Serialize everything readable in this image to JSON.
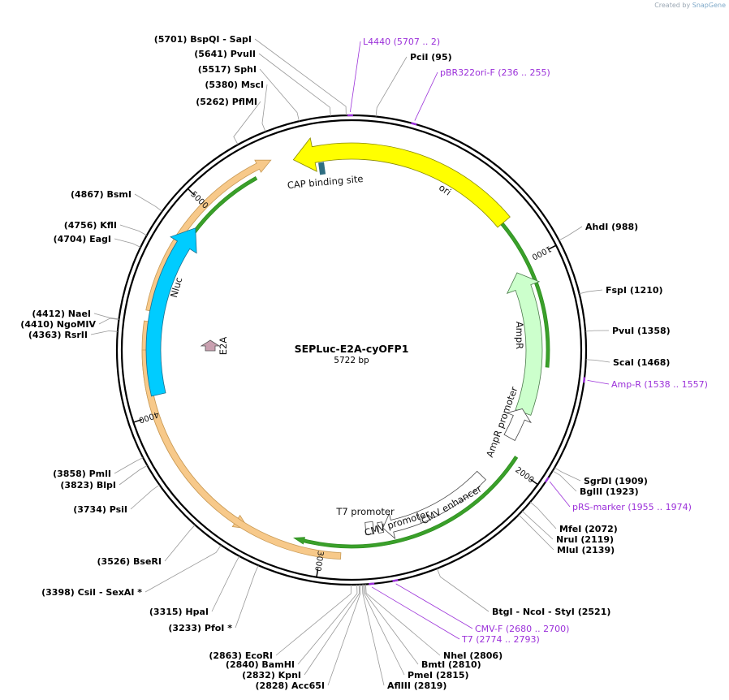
{
  "credit": {
    "prefix": "Created by",
    "brand": "SnapGene"
  },
  "plasmid": {
    "name": "SEPLuc-E2A-cyOFP1",
    "size_label": "5722 bp",
    "length": 5722
  },
  "colors": {
    "ori": "#ffff00",
    "ampr": "#ccffcc",
    "nluc": "#00ccff",
    "e2a": "#c9a0b0",
    "cap": "#2f6f83",
    "orange": "#f7c98a",
    "green_arrow": "#2f8f20",
    "primer": "#9b30d9"
  },
  "ticks": [
    {
      "pos": 1000,
      "label": "1000"
    },
    {
      "pos": 2000,
      "label": "2000"
    },
    {
      "pos": 3000,
      "label": "3000"
    },
    {
      "pos": 4000,
      "label": "4000"
    },
    {
      "pos": 5000,
      "label": "5000"
    }
  ],
  "sites": [
    {
      "pos": 5701,
      "text": "(5701)  BspQI   - SapI"
    },
    {
      "pos": 5641,
      "text": "(5641)  PvuII"
    },
    {
      "pos": 5517,
      "text": "(5517)  SphI"
    },
    {
      "pos": 5380,
      "text": "(5380)  MscI"
    },
    {
      "pos": 5262,
      "text": "(5262)  PflMI"
    },
    {
      "pos": 4867,
      "text": "(4867)  BsmI"
    },
    {
      "pos": 4756,
      "text": "(4756)  KflI"
    },
    {
      "pos": 4704,
      "text": "(4704)  EagI"
    },
    {
      "pos": 4412,
      "text": "(4412)  NaeI"
    },
    {
      "pos": 4410,
      "text": "(4410)  NgoMIV"
    },
    {
      "pos": 4363,
      "text": "(4363)  RsrII"
    },
    {
      "pos": 3858,
      "text": "(3858)  PmlI"
    },
    {
      "pos": 3823,
      "text": "(3823)  BlpI"
    },
    {
      "pos": 3734,
      "text": "(3734)  PsiI"
    },
    {
      "pos": 3526,
      "text": "(3526)  BseRI"
    },
    {
      "pos": 3398,
      "text": "(3398)  CsiI   - SexAI *"
    },
    {
      "pos": 3315,
      "text": "(3315)  HpaI"
    },
    {
      "pos": 3233,
      "text": "(3233)  PfoI *"
    },
    {
      "pos": 2863,
      "text": "(2863)  EcoRI"
    },
    {
      "pos": 2840,
      "text": "(2840)  BamHI"
    },
    {
      "pos": 2832,
      "text": "(2832)  KpnI"
    },
    {
      "pos": 2828,
      "text": "(2828)  Acc65I"
    },
    {
      "pos": 2819,
      "text": "AflIII   (2819)"
    },
    {
      "pos": 2815,
      "text": "PmeI   (2815)"
    },
    {
      "pos": 2810,
      "text": "BmtI   (2810)"
    },
    {
      "pos": 2806,
      "text": "NheI   (2806)"
    },
    {
      "pos": 2521,
      "text": "BtgI   - NcoI   - StyI   (2521)"
    },
    {
      "pos": 2139,
      "text": "MluI   (2139)"
    },
    {
      "pos": 2119,
      "text": "NruI   (2119)"
    },
    {
      "pos": 2072,
      "text": "MfeI   (2072)"
    },
    {
      "pos": 1923,
      "text": "BglII   (1923)"
    },
    {
      "pos": 1909,
      "text": "SgrDI   (1909)"
    },
    {
      "pos": 1468,
      "text": "ScaI   (1468)"
    },
    {
      "pos": 1358,
      "text": "PvuI   (1358)"
    },
    {
      "pos": 1210,
      "text": "FspI   (1210)"
    },
    {
      "pos": 988,
      "text": "AhdI   (988)"
    },
    {
      "pos": 95,
      "text": "PciI   (95)"
    }
  ],
  "primers": [
    {
      "pos": 5717,
      "text": "L4440    (5707 .. 2)"
    },
    {
      "pos": 245,
      "text": "pBR322ori-F    (236 .. 255)"
    },
    {
      "pos": 1547,
      "text": "Amp-R    (1538 .. 1557)"
    },
    {
      "pos": 1964,
      "text": "pRS-marker    (1955 .. 1974)"
    },
    {
      "pos": 2690,
      "text": "CMV-F    (2680 .. 2700)"
    },
    {
      "pos": 2783,
      "text": "T7    (2774 .. 2793)"
    }
  ],
  "features": [
    {
      "name": "ori",
      "label": "ori"
    },
    {
      "name": "ampr",
      "label": "AmpR"
    },
    {
      "name": "ampr-promoter",
      "label": "AmpR promoter"
    },
    {
      "name": "cmv-enhancer",
      "label": "CMV enhancer"
    },
    {
      "name": "cmv-promoter",
      "label": "CMV promoter"
    },
    {
      "name": "t7-promoter",
      "label": "T7 promoter"
    },
    {
      "name": "nluc",
      "label": "Nluc"
    },
    {
      "name": "e2a",
      "label": "E2A"
    },
    {
      "name": "cap-binding-site",
      "label": "CAP binding site"
    }
  ]
}
